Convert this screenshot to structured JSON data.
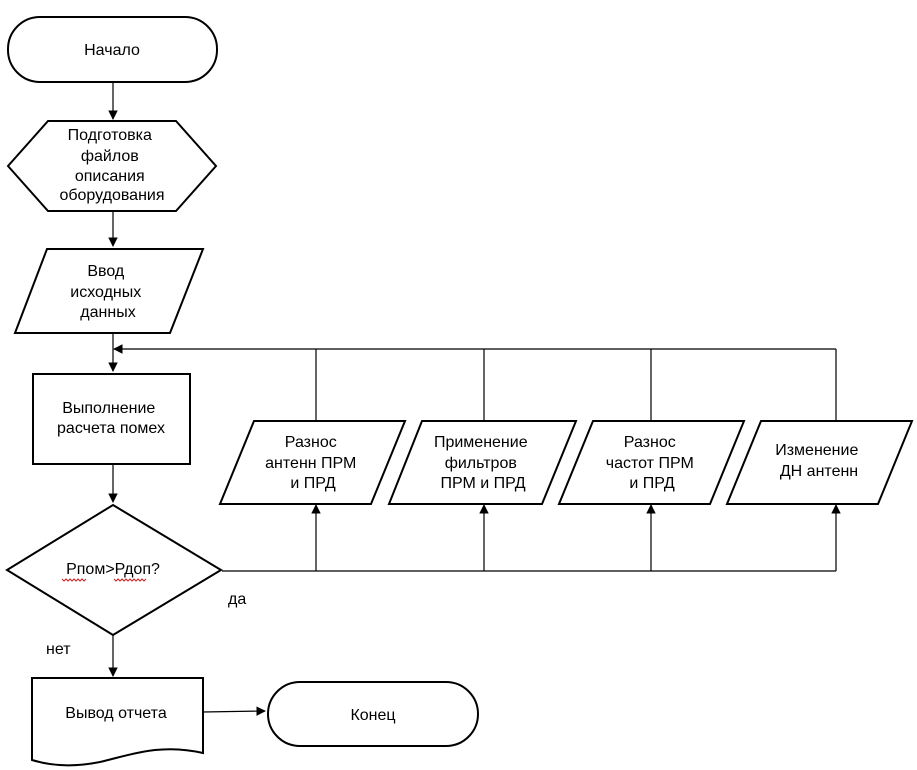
{
  "nodes": {
    "start": {
      "lines": [
        "Начало"
      ]
    },
    "prepare": {
      "lines": [
        "Подготовка",
        "файлов",
        "описания",
        "оборудования"
      ]
    },
    "input": {
      "lines": [
        "Ввод",
        "исходных",
        "данных"
      ]
    },
    "calc": {
      "lines": [
        "Выполнение",
        "расчета помех"
      ]
    },
    "decision": {
      "lines": [
        "Рпом>Рдоп?"
      ]
    },
    "opt1": {
      "lines": [
        "Разнос",
        "антенн ПРМ",
        "и ПРД"
      ]
    },
    "opt2": {
      "lines": [
        "Применение",
        "фильтров",
        "ПРМ и ПРД"
      ]
    },
    "opt3": {
      "lines": [
        "Разнос",
        "частот ПРМ",
        "и ПРД"
      ]
    },
    "opt4": {
      "lines": [
        "Изменение",
        "ДН антенн"
      ]
    },
    "report": {
      "lines": [
        "Вывод отчета"
      ]
    },
    "end": {
      "lines": [
        "Конец"
      ]
    }
  },
  "edge_labels": {
    "yes": "да",
    "no": "нет"
  }
}
